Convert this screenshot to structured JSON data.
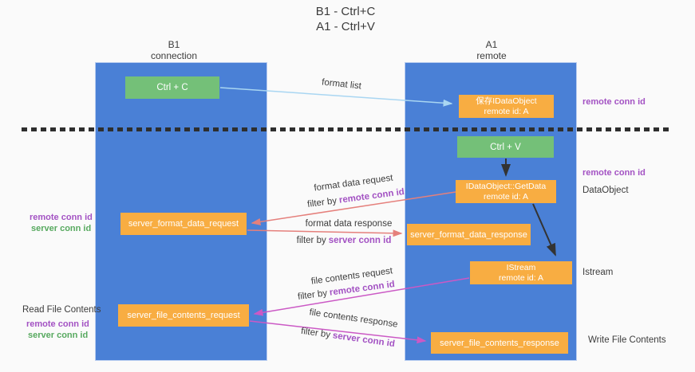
{
  "title": {
    "line1": "B1 - Ctrl+C",
    "line2": "A1 - Ctrl+V"
  },
  "columns": {
    "left": {
      "name": "B1",
      "role": "connection"
    },
    "right": {
      "name": "A1",
      "role": "remote"
    }
  },
  "nodes": {
    "ctrl_c": {
      "label": "Ctrl + C"
    },
    "ctrl_v": {
      "label": "Ctrl + V"
    },
    "save_idataobject": {
      "line1": "保存IDataObject",
      "line2": "remote id: A"
    },
    "idataobject_getdata": {
      "line1": "IDataObject::GetData",
      "line2": "remote id: A"
    },
    "istream": {
      "line1": "IStream",
      "line2": "remote id: A"
    },
    "server_format_data_request": {
      "label": "server_format_data_request"
    },
    "server_format_data_response": {
      "label": "server_format_data_response"
    },
    "server_file_contents_request": {
      "label": "server_file_contents_request"
    },
    "server_file_contents_response": {
      "label": "server_file_contents_response"
    }
  },
  "edge_labels": {
    "format_list": "format list",
    "format_data_request": "format data request",
    "format_data_response": "format data response",
    "file_contents_request": "file contents request",
    "file_contents_response": "file contents response",
    "filter_by": "filter by",
    "remote_conn_id": "remote conn id",
    "server_conn_id": "server conn id"
  },
  "side_labels": {
    "remote_conn_id_top_right": "remote conn id",
    "remote_conn_id_mid_right": "remote conn id",
    "dataobject": "DataObject",
    "istream": "Istream",
    "write_file_contents": "Write File Contents",
    "remote_conn_id_mid_left": "remote conn id",
    "server_conn_id_mid_left": "server conn id",
    "read_file_contents": "Read File Contents",
    "remote_conn_id_bottom_left": "remote conn id",
    "server_conn_id_bottom_left": "server conn id"
  },
  "colors": {
    "column_blue": "#4a80d6",
    "node_green": "#74c078",
    "node_orange": "#f8ad42",
    "label_purple": "#a352c3",
    "label_green": "#57a95f",
    "arrow_salmon": "#e5807c",
    "arrow_magenta": "#cb59c5",
    "arrow_lightblue": "#a9d6f2",
    "arrow_black": "#333333",
    "background": "#fafafa"
  }
}
